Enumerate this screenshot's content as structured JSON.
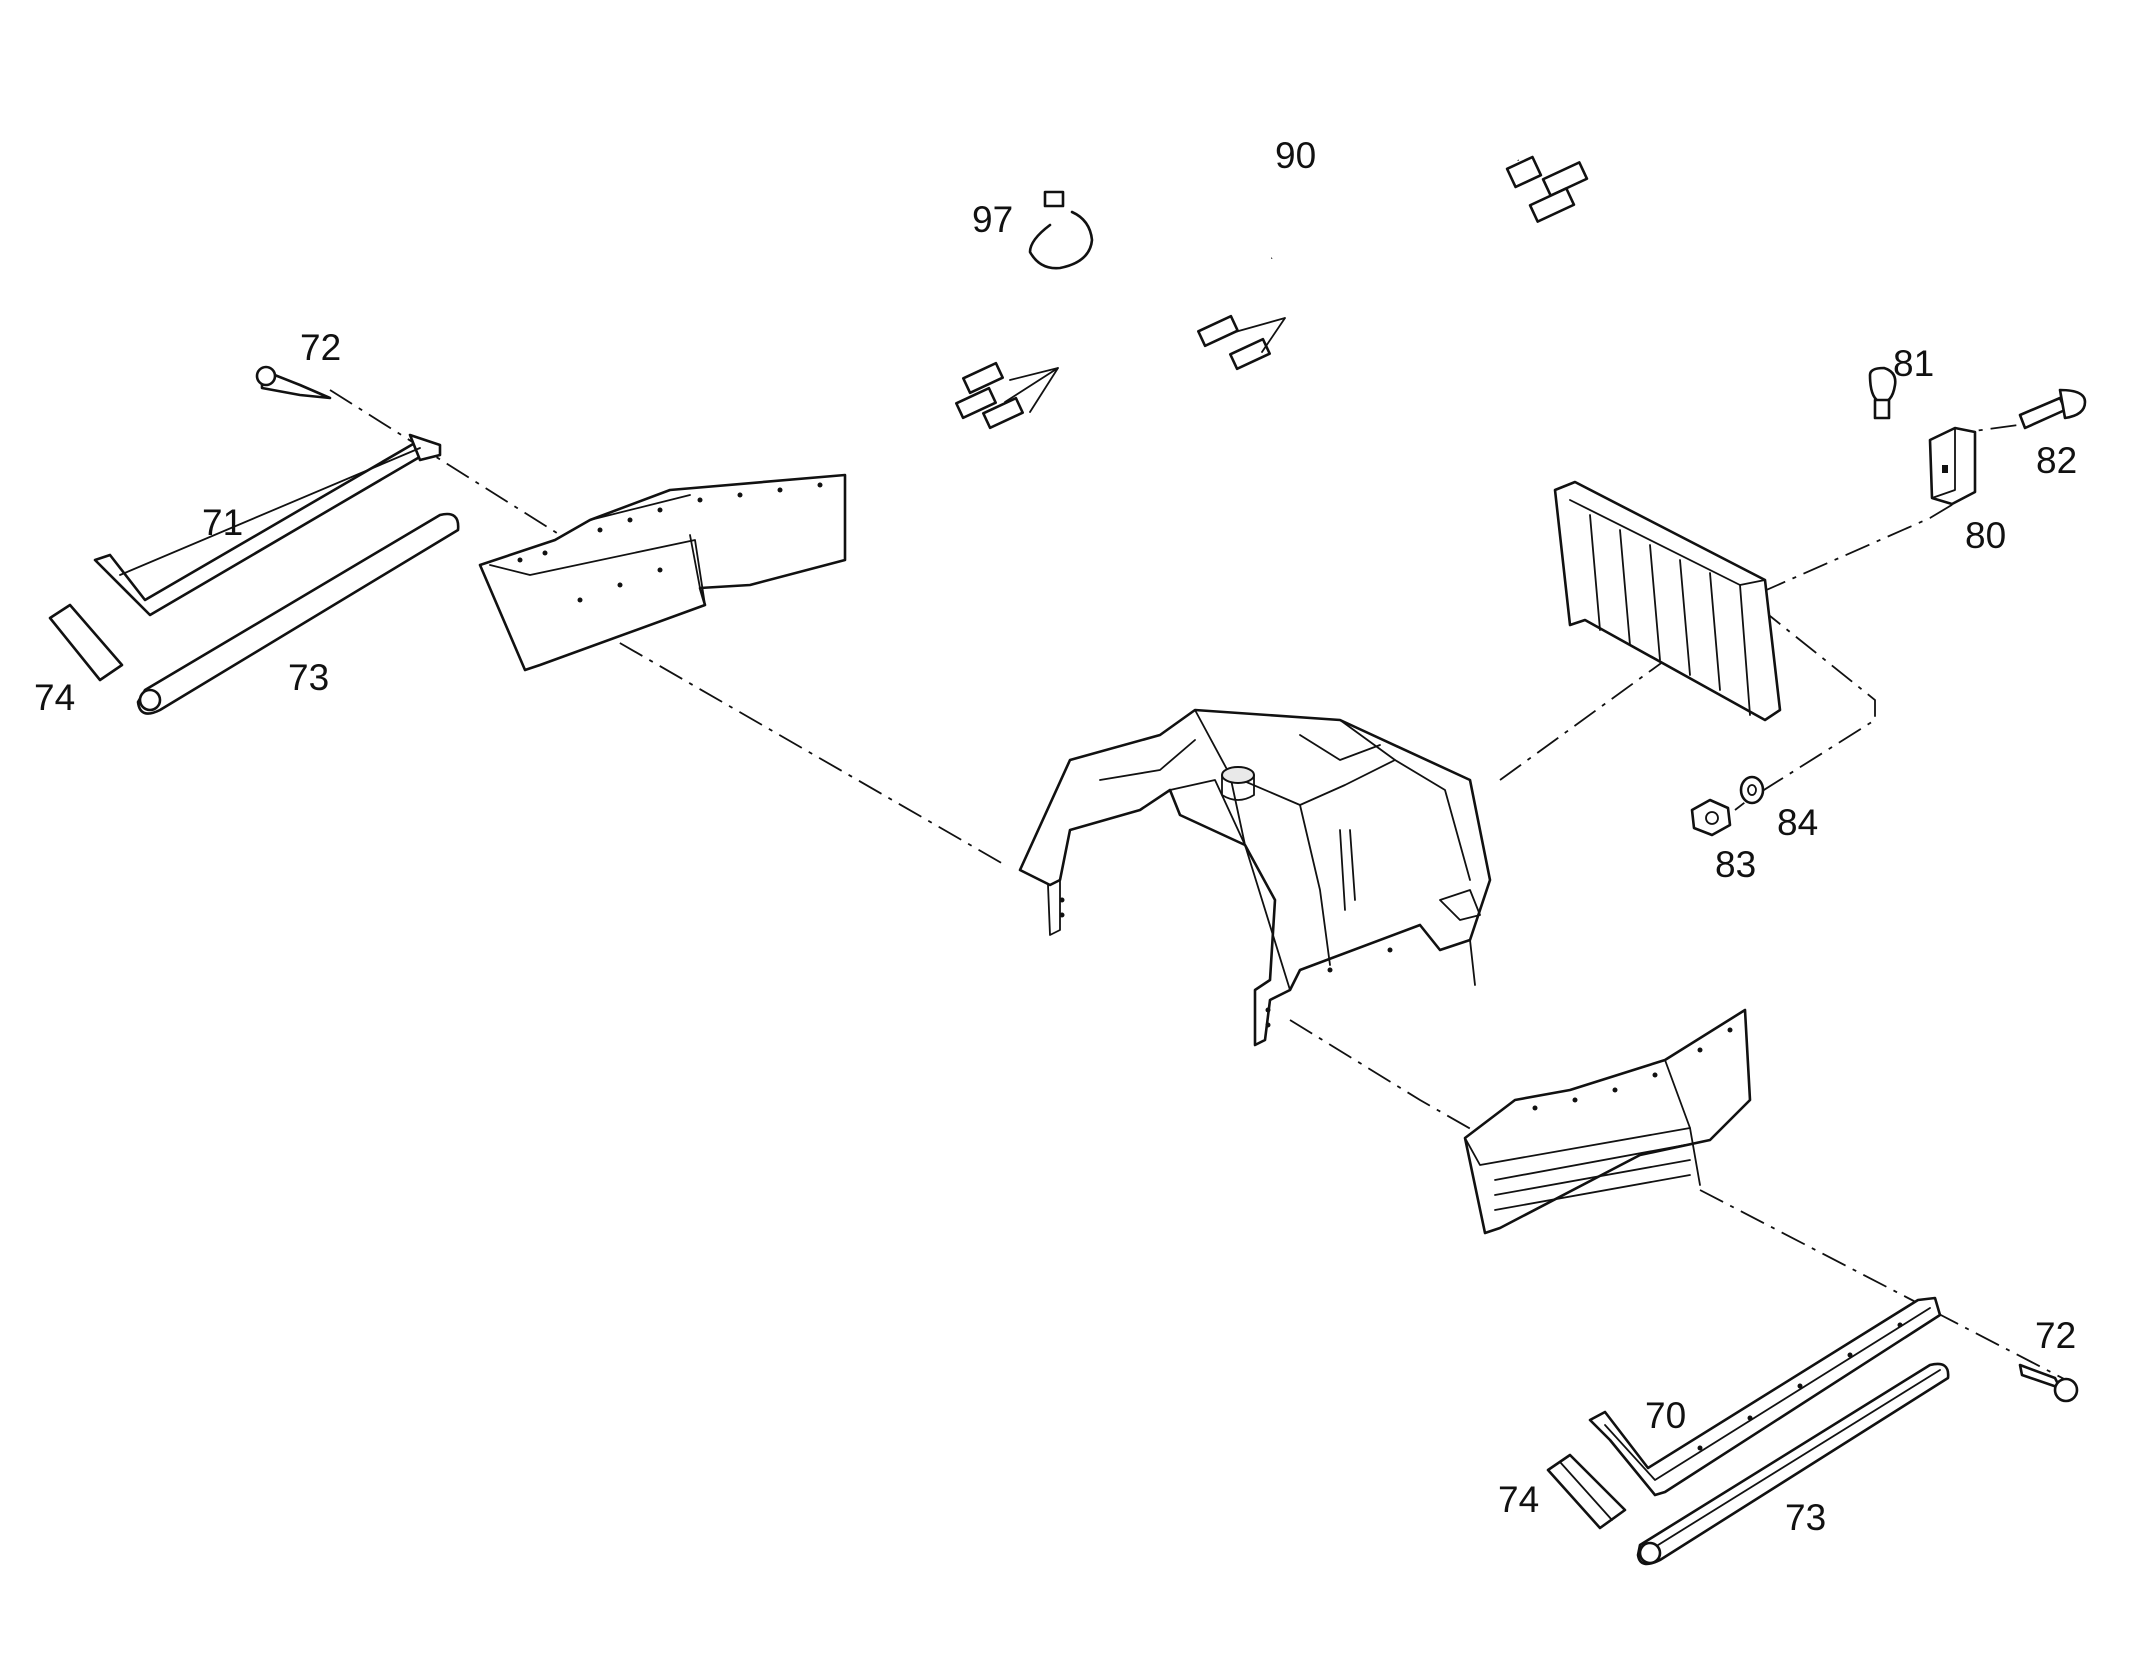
{
  "callouts": {
    "c90": "90",
    "c97": "97",
    "c72_top": "72",
    "c71": "71",
    "c74_top": "74",
    "c73_top": "73",
    "c81": "81",
    "c82": "82",
    "c80": "80",
    "c84": "84",
    "c83": "83",
    "c72_bottom": "72",
    "c70": "70",
    "c74_bottom": "74",
    "c73_bottom": "73"
  }
}
